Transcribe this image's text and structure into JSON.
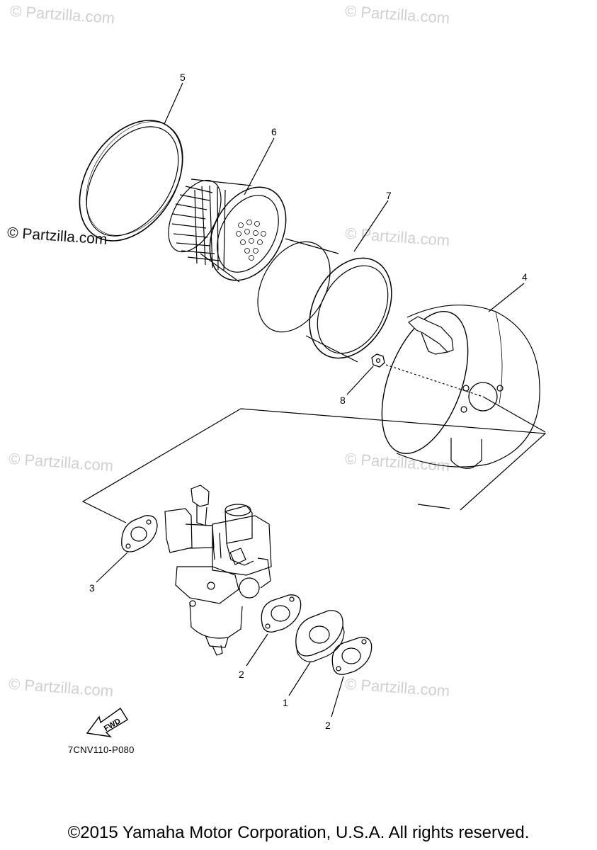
{
  "watermark": "© Partzilla.com",
  "callouts": {
    "c1": "1",
    "c2a": "2",
    "c2b": "2",
    "c3": "3",
    "c4": "4",
    "c5": "5",
    "c6": "6",
    "c7": "7",
    "c8": "8"
  },
  "fwd_label": "FWD",
  "diagram_code": "7CNV110-P080",
  "copyright": "©2015 Yamaha Motor Corporation, U.S.A. All rights reserved."
}
